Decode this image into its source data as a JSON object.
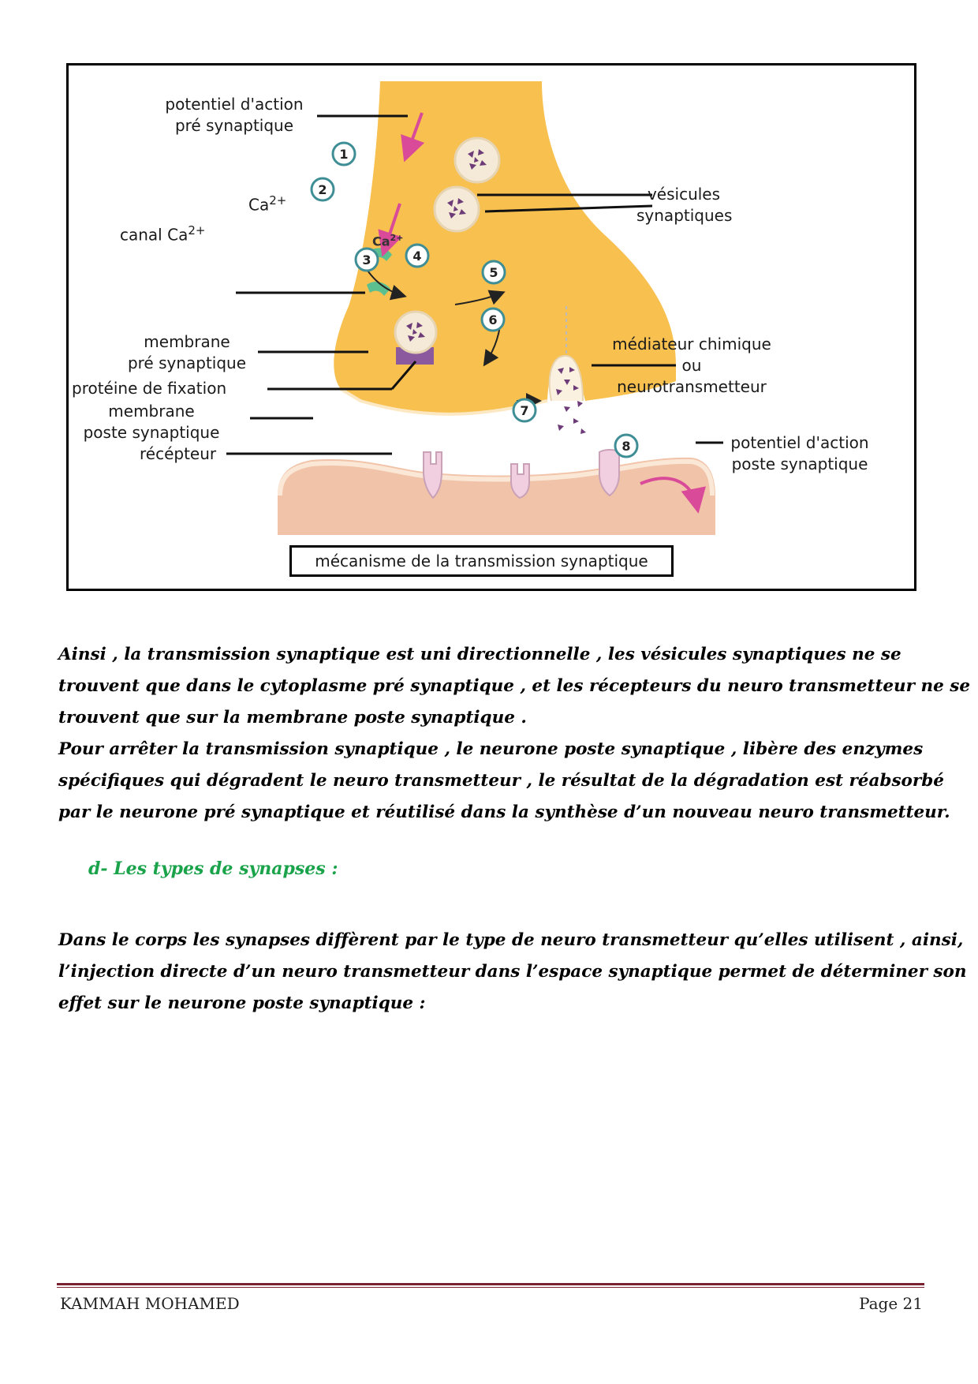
{
  "figure": {
    "labels": {
      "potentiel_pre_l1": "potentiel d'action",
      "potentiel_pre_l2": "pré synaptique",
      "ca_ion": "Ca",
      "ca_charge": "2+",
      "canal_ca": "canal Ca",
      "canal_charge": "2+",
      "ca_inside": "Ca",
      "ca_inside_charge": "2+",
      "vesicules_l1": "vésicules",
      "vesicules_l2": "synaptiques",
      "membrane_pre_l1": "membrane",
      "membrane_pre_l2": "pré synaptique",
      "proteine": "protéine de fixation",
      "membrane_post_l1": "membrane",
      "membrane_post_l2": "poste synaptique",
      "recepteur": "récépteur",
      "mediateur_l1": "médiateur chimique",
      "mediateur_l2": "ou",
      "mediateur_l3": "neurotransmetteur",
      "potentiel_post_l1": "potentiel d'action",
      "potentiel_post_l2": "poste synaptique"
    },
    "steps": [
      "1",
      "2",
      "3",
      "4",
      "5",
      "6",
      "7",
      "8"
    ],
    "caption": "mécanisme de la transmission synaptique",
    "colors": {
      "presynaptic": "#f7c04f",
      "postsynaptic": "#f1c3a8",
      "channel": "#5cbf8f",
      "vesicle_content": "#6d3b78",
      "arrow_pink": "#d94b98",
      "step_circle": "#3f8e96"
    }
  },
  "paragraphs": [
    [
      "Ainsi , la transmission synaptique est uni directionnelle , les vésicules synaptiques ne se",
      "trouvent que dans le cytoplasme pré synaptique , et les récepteurs du neuro transmetteur ne se",
      "trouvent que sur la membrane poste synaptique .",
      "Pour arrêter la transmission synaptique , le neurone poste synaptique , libère  des enzymes",
      "spécifiques qui dégradent le neuro transmetteur , le résultat de la dégradation est réabsorbé",
      "par le neurone pré synaptique et réutilisé dans la synthèse d’un nouveau neuro transmetteur."
    ],
    [
      "Dans le corps les synapses diffèrent par le type de neuro transmetteur qu’elles utilisent , ainsi,",
      "l’injection directe d’un neuro transmetteur dans l’espace synaptique permet de déterminer son",
      "effet sur le neurone poste synaptique :"
    ]
  ],
  "heading": "d-  Les types de synapses :",
  "heading_color": "#1aa34a",
  "footer": {
    "author": "KAMMAH MOHAMED",
    "page": "Page 21",
    "rule_color": "#7b2230"
  }
}
